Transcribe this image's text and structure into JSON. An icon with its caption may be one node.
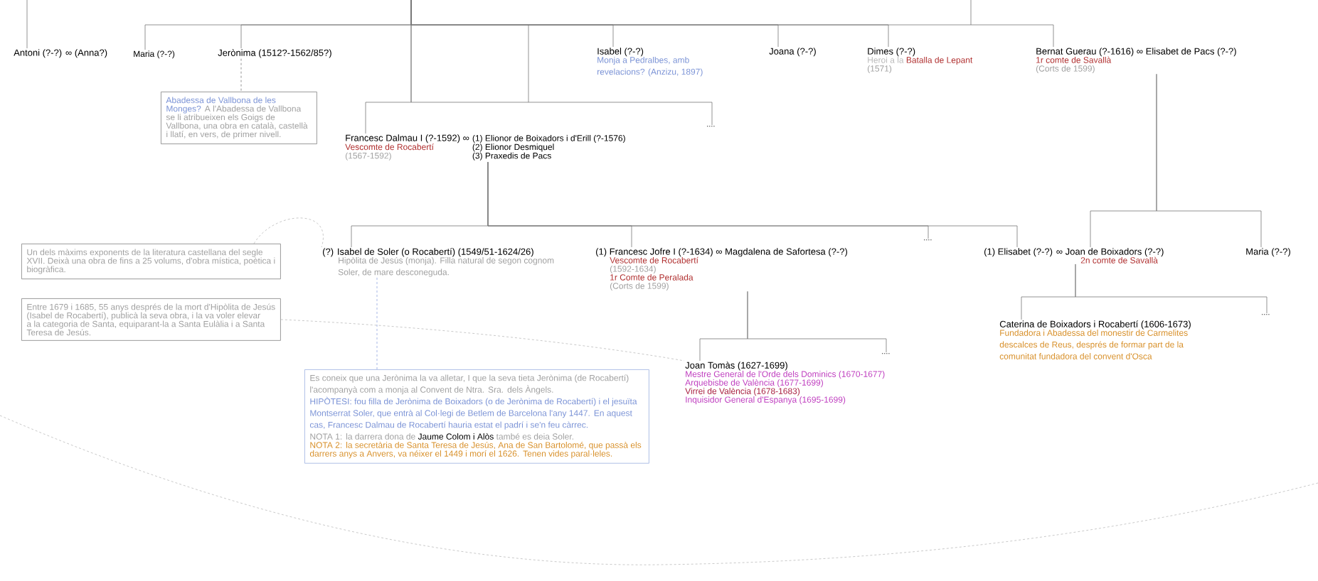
{
  "diagram": {
    "nodes": [
      {
        "text": [
          "Antoni (?-?) ∞ (Anna?)"
        ]
      },
      {
        "text": [
          "Maria (?-?)"
        ]
      },
      {
        "text": [
          "Jerònima (1512?-1562/85?)"
        ]
      },
      {
        "text": [
          "Abadessa de Vallbona de les Monges?",
          "A l'Abadessa de Vallbona se li atribueixen els Goigs de Vallbona, una obra en català, castellà i llatí, en vers, de primer nivell."
        ]
      },
      {
        "text": [
          "Isabel (?-?)",
          "Monja a Pedralbes, amb revelacions? (Anzizu, 1897)"
        ]
      },
      {
        "text": [
          "Joana (?-?)"
        ]
      },
      {
        "text": [
          "Dimes (?-?)",
          "Heroi a la",
          "Batalla de Lepant",
          "(1571)"
        ]
      },
      {
        "text": [
          "Bernat Guerau (?-1616) ∞ Elisabet de Pacs (?-?)",
          "1r comte de Savallà",
          "(Corts de 1599)"
        ]
      },
      {
        "text": [
          "Francesc Dalmau I (?-1592) ∞",
          "(1) Elionor de Boixadors i d'Erill (?-1576)",
          "(2) Elionor Desmiquel",
          "(3) Praxedis de Pacs",
          "Vescomte de Rocabertí",
          "(1567-1592)"
        ]
      },
      {
        "text": [
          "...."
        ]
      },
      {
        "text": [
          "(?) Isabel de Soler (o Rocabertí) (1549/51-1624/26)",
          "Hipòlita de Jesús (monja). Filla natural de segon cognom Soler, de mare desconeguda."
        ]
      },
      {
        "text": [
          "(1) Francesc Jofre I (?-1634) ∞ Magdalena de Safortesa (?-?)",
          "Vescomte de Rocabertí",
          "(1592-1634)",
          "1r Comte de Peralada",
          "(Corts de 1599)"
        ]
      },
      {
        "text": [
          "...."
        ]
      },
      {
        "text": [
          "(1) Elisabet (?-?) ∞ Joan de Boixadors (?-?)",
          "2n comte de Savallà"
        ]
      },
      {
        "text": [
          "Maria (?-?)"
        ]
      },
      {
        "text": [
          "Joan Tomàs (1627-1699)",
          "Mestre General de l'Orde dels Dominics (1670-1677)",
          "Arquebisbe de València (1677-1699)",
          "Virrei de València (1678-1683)",
          "Inquisidor General d'Espanya (1695-1699)"
        ]
      },
      {
        "text": [
          "...."
        ]
      },
      {
        "text": [
          "Caterina de Boixadors i Rocabertí (1606-1673)",
          "Fundadora i Abadessa del monestir de Carmelites descalces de Reus, després de formar part de la comunitat fundadora del convent d'Osca"
        ]
      },
      {
        "text": [
          "...."
        ]
      },
      {
        "text": [
          "Un dels màxims exponents de la literatura castellana del segle XVII. Deixà una obra de fins a 25 volums, d'obra mística, poètica i biogràfica."
        ]
      },
      {
        "text": [
          "Entre 1679 i 1685, 55 anys després de la mort d'Hipòlita de Jesús (Isabel de Rocabertí), publicà la seva obra, i la va voler elevar a la categoria de Santa, equiparant-la a Santa Eulàlia i a Santa Teresa de Jesús."
        ]
      },
      {
        "text": [
          "Es coneix que una Jerònima la va alletar, I que la seva tieta Jerònima (de Rocabertí) l'acompanyà com a monja al Convent de Ntra. Sra. dels Àngels.",
          "HIPÒTESI: fou filla de Jerònima de Boixadors (o de Jerònima de Rocabertí) i el jesuïta Montserrat Soler, que entrà al Col·legi de Betlem de Barcelona l'any 1447. En aquest cas, Francesc Dalmau de Rocabertí hauria estat el padrí i se'n feu càrrec.",
          "NOTA 1: la darrera dona de",
          "Jaume Colom i Alòs",
          "també es deia Soler.",
          "NOTA 2: la secretària de Santa Teresa de Jesús, Ana de San Bartolomé, que passà els darrers anys a Anvers, va néixer el 1449 i morí el 1626. Tenen vides paral·leles."
        ]
      }
    ],
    "edges": [
      {
        "from": null,
        "to": 0,
        "arrow": "none"
      },
      {
        "from": null,
        "to": 1,
        "arrow": "none"
      },
      {
        "from": null,
        "to": 2,
        "arrow": "none"
      },
      {
        "from": null,
        "to": 4,
        "arrow": "none"
      },
      {
        "from": null,
        "to": 5,
        "arrow": "none"
      },
      {
        "from": null,
        "to": 6,
        "arrow": "none"
      },
      {
        "from": null,
        "to": 7,
        "arrow": "none"
      },
      {
        "from": 2,
        "to": 3,
        "arrow": "none",
        "style": "dashed"
      },
      {
        "from": null,
        "to": 8,
        "arrow": "none"
      },
      {
        "from": null,
        "to": 9,
        "arrow": "none"
      },
      {
        "from": 8,
        "to": 10,
        "arrow": "none"
      },
      {
        "from": 8,
        "to": 11,
        "arrow": "none"
      },
      {
        "from": 8,
        "to": 12,
        "arrow": "none"
      },
      {
        "from": 8,
        "to": 13,
        "arrow": "none"
      },
      {
        "from": 7,
        "to": 13,
        "arrow": "none"
      },
      {
        "from": 7,
        "to": 14,
        "arrow": "none"
      },
      {
        "from": 11,
        "to": 15,
        "arrow": "none"
      },
      {
        "from": 11,
        "to": 16,
        "arrow": "none"
      },
      {
        "from": 13,
        "to": 17,
        "arrow": "none"
      },
      {
        "from": 13,
        "to": 18,
        "arrow": "none"
      },
      {
        "from": 19,
        "to": 10,
        "arrow": "none",
        "style": "dashed",
        "color": "#bbbbbb"
      },
      {
        "from": 20,
        "to": 15,
        "arrow": "none",
        "style": "dashed",
        "color": "#bbbbbb"
      },
      {
        "from": 10,
        "to": 21,
        "arrow": "none",
        "style": "dashed",
        "color": "#8fa3de"
      }
    ]
  }
}
